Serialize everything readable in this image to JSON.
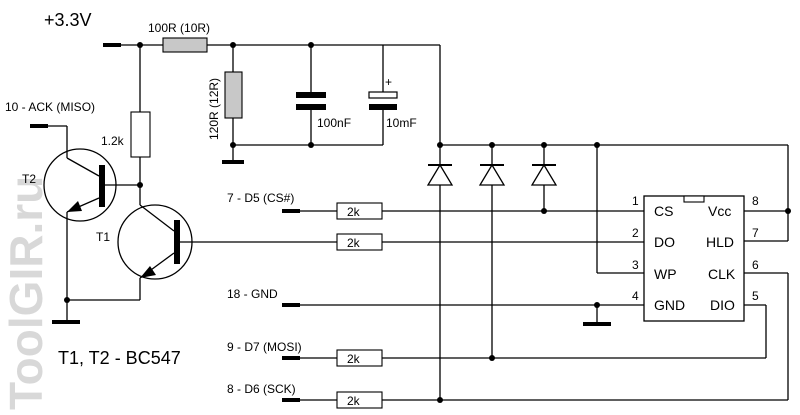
{
  "supply": "+3.3V",
  "watermark": "ToolGIR.ru",
  "resistors": {
    "r_series": "100R (10R)",
    "r_shunt": "120R (12R)",
    "r_bias": "1.2k",
    "r_in": "2k"
  },
  "capacitors": {
    "c1": "100nF",
    "c2": "10mF",
    "c2_polarity": "+"
  },
  "transistors": {
    "t1": "T1",
    "t2": "T2",
    "note": "T1, T2 - BC547"
  },
  "ports": {
    "ack": "10 - ACK (MISO)",
    "cs": "7 - D5 (CS#)",
    "gnd": "18 - GND",
    "mosi": "9 - D7 (MOSI)",
    "sck": "8 - D6 (SCK)"
  },
  "chip": {
    "left_pins": [
      {
        "num": "1",
        "name": "CS"
      },
      {
        "num": "2",
        "name": "DO"
      },
      {
        "num": "3",
        "name": "WP"
      },
      {
        "num": "4",
        "name": "GND"
      }
    ],
    "right_pins": [
      {
        "num": "8",
        "name": "Vcc"
      },
      {
        "num": "7",
        "name": "HLD"
      },
      {
        "num": "6",
        "name": "CLK"
      },
      {
        "num": "5",
        "name": "DIO"
      }
    ]
  }
}
